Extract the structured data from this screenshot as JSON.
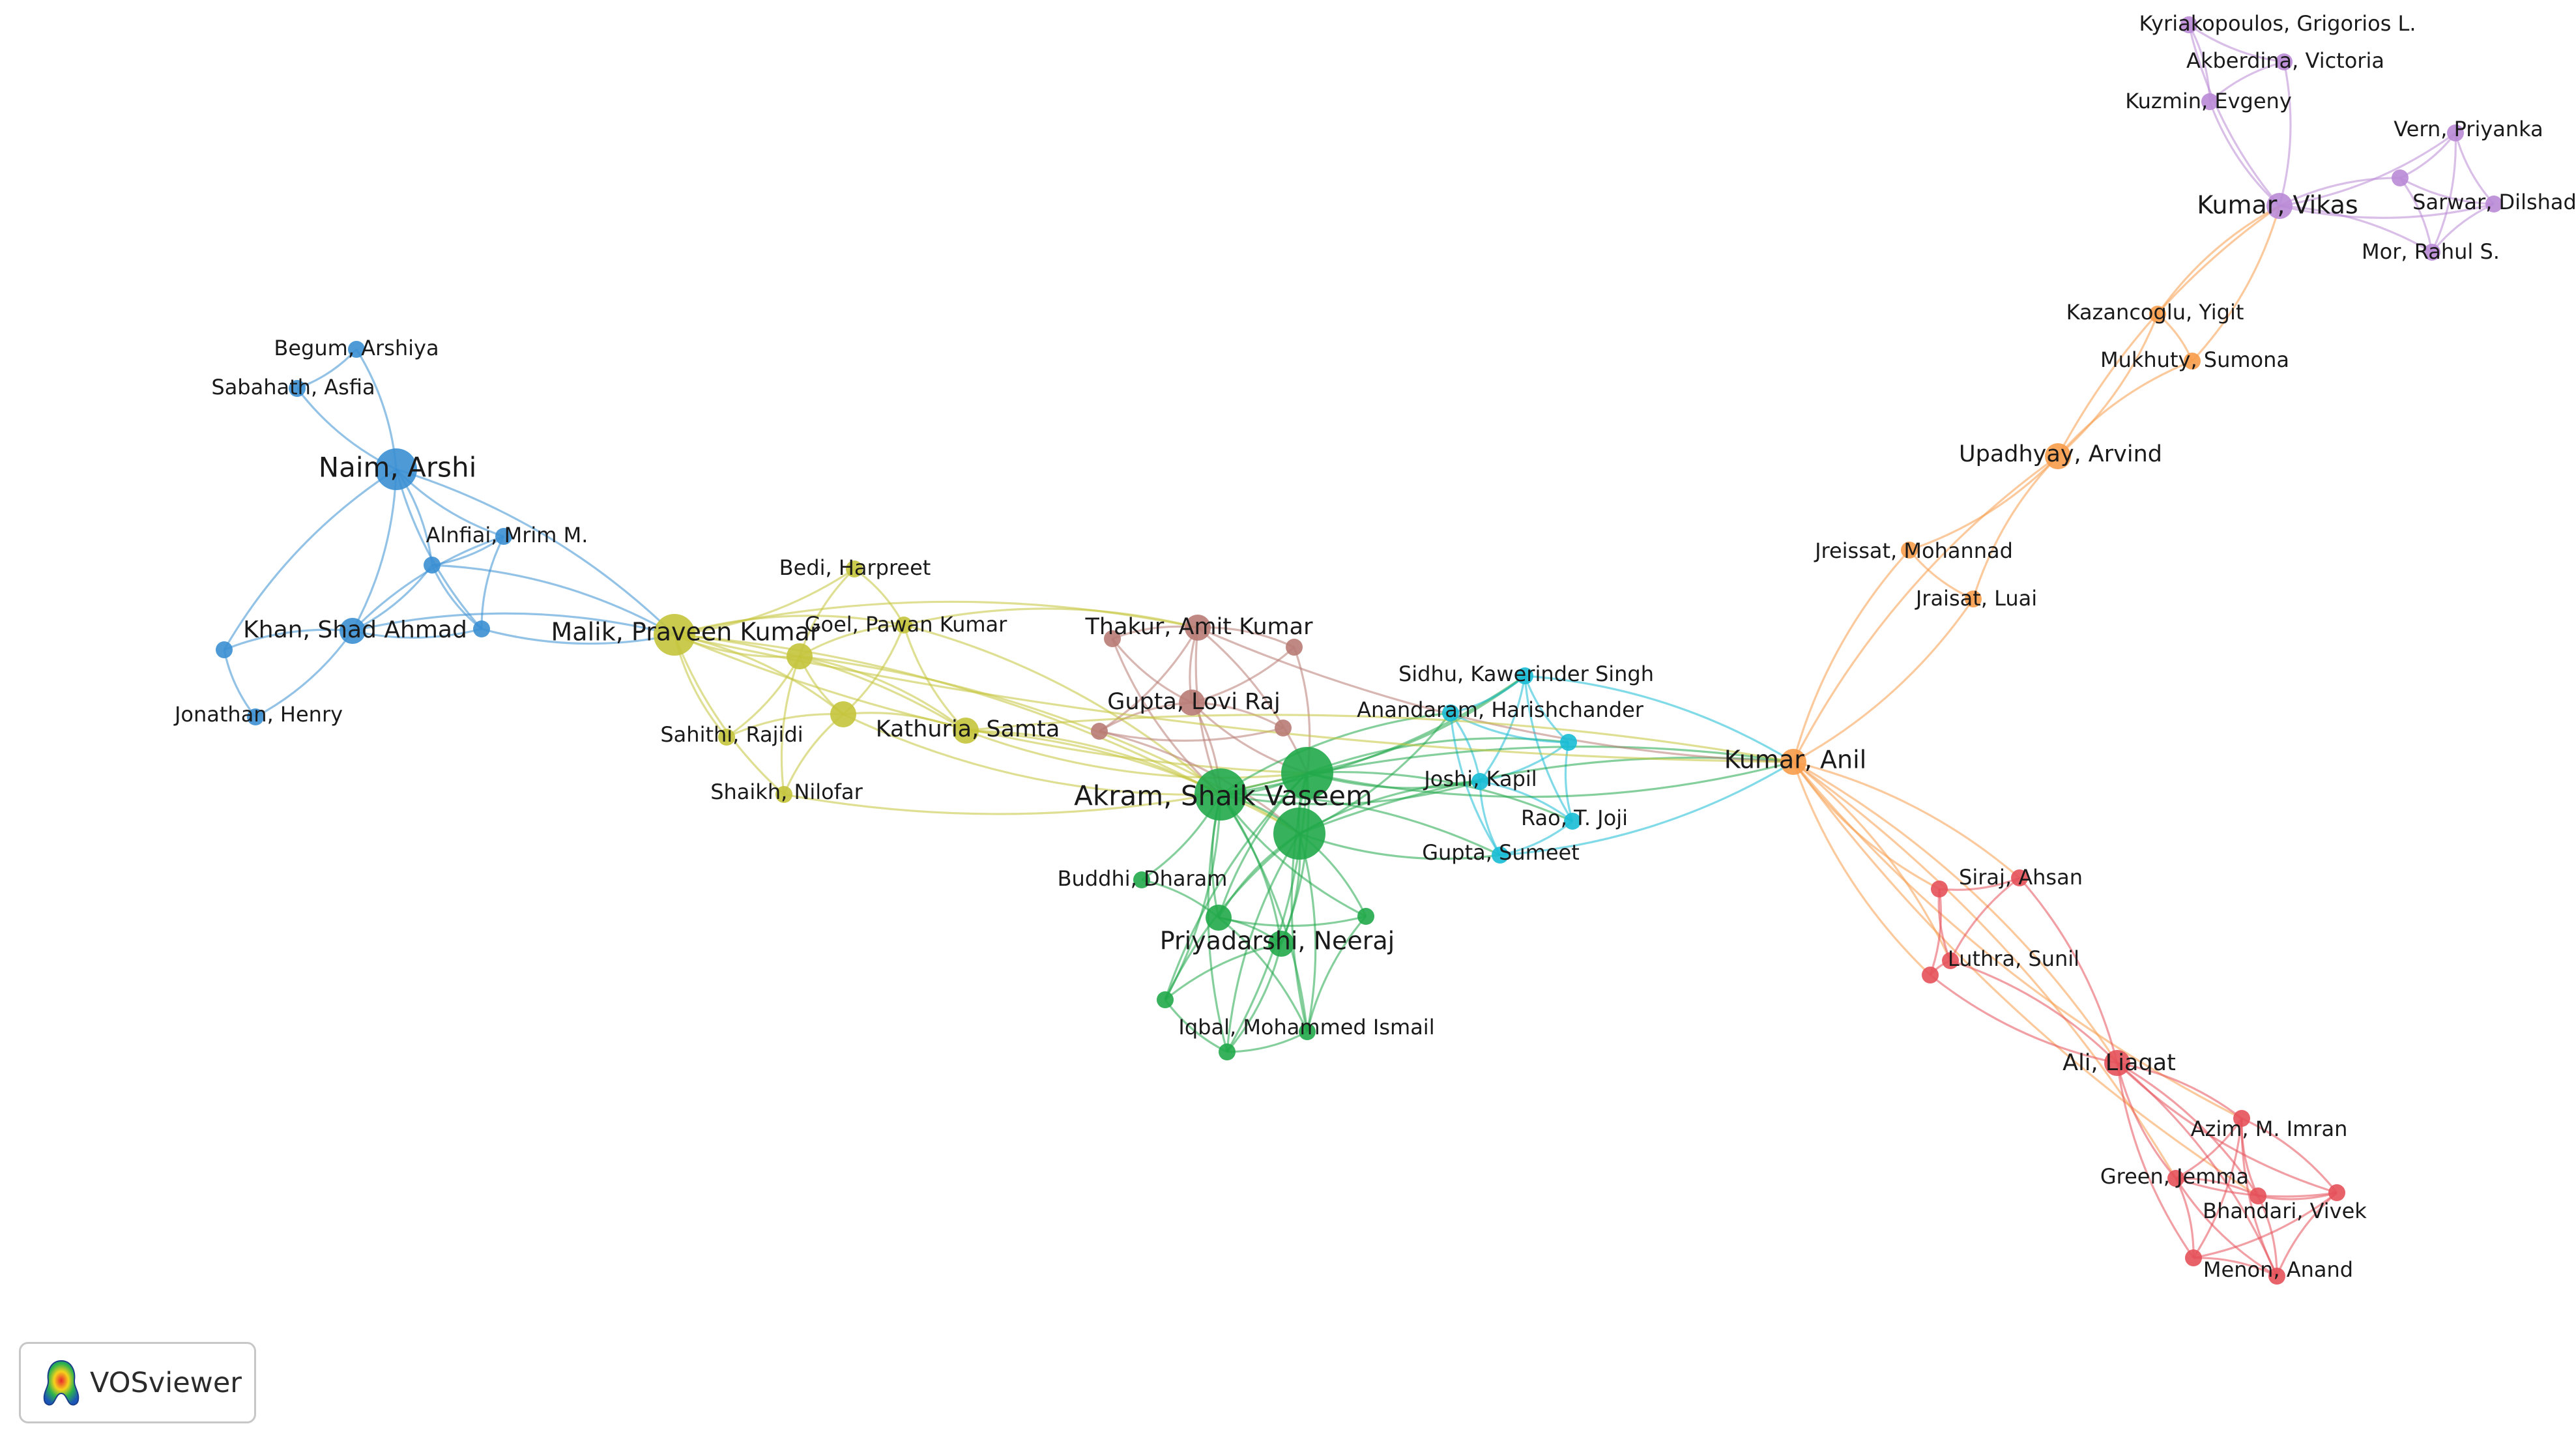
{
  "app": {
    "logo_text": "VOSviewer"
  },
  "clusters": {
    "blue": "#3a8fd3",
    "yellow": "#c4c43c",
    "green": "#21a84a",
    "brown": "#b87b74",
    "cyan": "#18bcd6",
    "orange": "#f89c4b",
    "purple": "#b98ad6",
    "red": "#e5515a"
  },
  "nodes": [
    {
      "id": "begum",
      "label": "Begum, Arshiya",
      "cluster": "blue",
      "size": "small"
    },
    {
      "id": "sabahath",
      "label": "Sabahath, Asfia",
      "cluster": "blue",
      "size": "small"
    },
    {
      "id": "naim",
      "label": "Naim, Arshi",
      "cluster": "blue",
      "size": "large"
    },
    {
      "id": "alnfiai",
      "label": "Alnfiai, Mrim M.",
      "cluster": "blue",
      "size": "small"
    },
    {
      "id": "blue_a",
      "label": "",
      "cluster": "blue",
      "size": "small"
    },
    {
      "id": "blue_b",
      "label": "",
      "cluster": "blue",
      "size": "small"
    },
    {
      "id": "khan",
      "label": "Khan, Shad Ahmad",
      "cluster": "blue",
      "size": "medium"
    },
    {
      "id": "blue_c",
      "label": "",
      "cluster": "blue",
      "size": "small"
    },
    {
      "id": "jonathan",
      "label": "Jonathan, Henry",
      "cluster": "blue",
      "size": "small"
    },
    {
      "id": "malik",
      "label": "Malik, Praveen Kumar",
      "cluster": "yellow",
      "size": "large"
    },
    {
      "id": "bedi",
      "label": "Bedi, Harpreet",
      "cluster": "yellow",
      "size": "small"
    },
    {
      "id": "goel",
      "label": "Goel, Pawan Kumar",
      "cluster": "yellow",
      "size": "small"
    },
    {
      "id": "yellow_a",
      "label": "",
      "cluster": "yellow",
      "size": "medium"
    },
    {
      "id": "yellow_b",
      "label": "",
      "cluster": "yellow",
      "size": "medium"
    },
    {
      "id": "sahithi",
      "label": "Sahithi, Rajidi",
      "cluster": "yellow",
      "size": "small"
    },
    {
      "id": "kathuria",
      "label": "Kathuria, Samta",
      "cluster": "yellow",
      "size": "medium"
    },
    {
      "id": "shaikh",
      "label": "Shaikh, Nilofar",
      "cluster": "yellow",
      "size": "small"
    },
    {
      "id": "thakur",
      "label": "Thakur, Amit Kumar",
      "cluster": "brown",
      "size": "medium"
    },
    {
      "id": "brown_a",
      "label": "",
      "cluster": "brown",
      "size": "small"
    },
    {
      "id": "brown_b",
      "label": "",
      "cluster": "brown",
      "size": "small"
    },
    {
      "id": "gupta_l",
      "label": "Gupta, Lovi Raj",
      "cluster": "brown",
      "size": "medium"
    },
    {
      "id": "brown_c",
      "label": "",
      "cluster": "brown",
      "size": "small"
    },
    {
      "id": "brown_d",
      "label": "",
      "cluster": "brown",
      "size": "small"
    },
    {
      "id": "akram",
      "label": "Akram, Shaik Vaseem",
      "cluster": "green",
      "size": "xlarge"
    },
    {
      "id": "green_a",
      "label": "",
      "cluster": "green",
      "size": "xlarge"
    },
    {
      "id": "green_b",
      "label": "",
      "cluster": "green",
      "size": "xlarge"
    },
    {
      "id": "buddhi",
      "label": "Buddhi, Dharam",
      "cluster": "green",
      "size": "small"
    },
    {
      "id": "green_c",
      "label": "",
      "cluster": "green",
      "size": "medium"
    },
    {
      "id": "priyadarshi",
      "label": "Priyadarshi, Neeraj",
      "cluster": "green",
      "size": "medium"
    },
    {
      "id": "green_d",
      "label": "",
      "cluster": "green",
      "size": "small"
    },
    {
      "id": "green_e",
      "label": "",
      "cluster": "green",
      "size": "small"
    },
    {
      "id": "iqbal",
      "label": "Iqbal, Mohammed Ismail",
      "cluster": "green",
      "size": "small"
    },
    {
      "id": "green_f",
      "label": "",
      "cluster": "green",
      "size": "small"
    },
    {
      "id": "sidhu",
      "label": "Sidhu, Kawerinder Singh",
      "cluster": "cyan",
      "size": "small"
    },
    {
      "id": "anandaram",
      "label": "Anandaram, Harishchander",
      "cluster": "cyan",
      "size": "small"
    },
    {
      "id": "cyan_a",
      "label": "",
      "cluster": "cyan",
      "size": "small"
    },
    {
      "id": "joshi",
      "label": "Joshi, Kapil",
      "cluster": "cyan",
      "size": "small"
    },
    {
      "id": "rao",
      "label": "Rao, T. Joji",
      "cluster": "cyan",
      "size": "small"
    },
    {
      "id": "gupta_s",
      "label": "Gupta, Sumeet",
      "cluster": "cyan",
      "size": "small"
    },
    {
      "id": "kumar_a",
      "label": "Kumar, Anil",
      "cluster": "orange",
      "size": "medium"
    },
    {
      "id": "jreissat",
      "label": "Jreissat, Mohannad",
      "cluster": "orange",
      "size": "small"
    },
    {
      "id": "jraisat",
      "label": "Jraisat, Luai",
      "cluster": "orange",
      "size": "small"
    },
    {
      "id": "upadhyay",
      "label": "Upadhyay, Arvind",
      "cluster": "orange",
      "size": "medium"
    },
    {
      "id": "mukhuty",
      "label": "Mukhuty, Sumona",
      "cluster": "orange",
      "size": "small"
    },
    {
      "id": "kazancoglu",
      "label": "Kazancoglu, Yigit",
      "cluster": "orange",
      "size": "small"
    },
    {
      "id": "kumar_v",
      "label": "Kumar, Vikas",
      "cluster": "purple",
      "size": "medium"
    },
    {
      "id": "kyriakopoulos",
      "label": "Kyriakopoulos, Grigorios L.",
      "cluster": "purple",
      "size": "small"
    },
    {
      "id": "akberdina",
      "label": "Akberdina, Victoria",
      "cluster": "purple",
      "size": "small"
    },
    {
      "id": "kuzmin",
      "label": "Kuzmin, Evgeny",
      "cluster": "purple",
      "size": "small"
    },
    {
      "id": "vern",
      "label": "Vern, Priyanka",
      "cluster": "purple",
      "size": "small"
    },
    {
      "id": "purple_a",
      "label": "",
      "cluster": "purple",
      "size": "small"
    },
    {
      "id": "sarwar",
      "label": "Sarwar, Dilshad",
      "cluster": "purple",
      "size": "small"
    },
    {
      "id": "mor",
      "label": "Mor, Rahul S.",
      "cluster": "purple",
      "size": "small"
    },
    {
      "id": "siraj",
      "label": "Siraj, Ahsan",
      "cluster": "red",
      "size": "small"
    },
    {
      "id": "red_a",
      "label": "",
      "cluster": "red",
      "size": "small"
    },
    {
      "id": "luthra",
      "label": "Luthra, Sunil",
      "cluster": "red",
      "size": "small"
    },
    {
      "id": "red_b",
      "label": "",
      "cluster": "red",
      "size": "small"
    },
    {
      "id": "ali",
      "label": "Ali, Liaqat",
      "cluster": "red",
      "size": "medium"
    },
    {
      "id": "azim",
      "label": "Azim, M. Imran",
      "cluster": "red",
      "size": "small"
    },
    {
      "id": "green_j",
      "label": "Green, Jemma",
      "cluster": "red",
      "size": "small"
    },
    {
      "id": "bhandari",
      "label": "Bhandari, Vivek",
      "cluster": "red",
      "size": "small"
    },
    {
      "id": "red_c",
      "label": "",
      "cluster": "red",
      "size": "small"
    },
    {
      "id": "menon",
      "label": "Menon, Anand",
      "cluster": "red",
      "size": "small"
    },
    {
      "id": "red_d",
      "label": "",
      "cluster": "red",
      "size": "small"
    }
  ],
  "links": [
    [
      "begum",
      "naim"
    ],
    [
      "sabahath",
      "naim"
    ],
    [
      "begum",
      "sabahath"
    ],
    [
      "naim",
      "alnfiai"
    ],
    [
      "naim",
      "blue_a"
    ],
    [
      "naim",
      "blue_b"
    ],
    [
      "naim",
      "khan"
    ],
    [
      "naim",
      "blue_c"
    ],
    [
      "naim",
      "malik"
    ],
    [
      "alnfiai",
      "khan"
    ],
    [
      "alnfiai",
      "blue_a"
    ],
    [
      "alnfiai",
      "blue_b"
    ],
    [
      "blue_a",
      "khan"
    ],
    [
      "blue_a",
      "blue_b"
    ],
    [
      "blue_b",
      "khan"
    ],
    [
      "khan",
      "blue_c"
    ],
    [
      "khan",
      "jonathan"
    ],
    [
      "blue_c",
      "jonathan"
    ],
    [
      "khan",
      "malik"
    ],
    [
      "blue_b",
      "malik"
    ],
    [
      "blue_a",
      "malik"
    ],
    [
      "malik",
      "bedi"
    ],
    [
      "malik",
      "goel"
    ],
    [
      "malik",
      "yellow_a"
    ],
    [
      "malik",
      "yellow_b"
    ],
    [
      "malik",
      "sahithi"
    ],
    [
      "malik",
      "kathuria"
    ],
    [
      "malik",
      "shaikh"
    ],
    [
      "malik",
      "akram"
    ],
    [
      "malik",
      "green_a"
    ],
    [
      "malik",
      "thakur"
    ],
    [
      "bedi",
      "yellow_a"
    ],
    [
      "bedi",
      "goel"
    ],
    [
      "goel",
      "yellow_a"
    ],
    [
      "goel",
      "yellow_b"
    ],
    [
      "goel",
      "kathuria"
    ],
    [
      "goel",
      "akram"
    ],
    [
      "yellow_a",
      "yellow_b"
    ],
    [
      "yellow_a",
      "sahithi"
    ],
    [
      "yellow_a",
      "shaikh"
    ],
    [
      "yellow_a",
      "kathuria"
    ],
    [
      "yellow_b",
      "sahithi"
    ],
    [
      "yellow_b",
      "kathuria"
    ],
    [
      "yellow_b",
      "shaikh"
    ],
    [
      "kathuria",
      "akram"
    ],
    [
      "kathuria",
      "green_a"
    ],
    [
      "kathuria",
      "green_b"
    ],
    [
      "yellow_b",
      "akram"
    ],
    [
      "yellow_a",
      "green_b"
    ],
    [
      "shaikh",
      "green_a"
    ],
    [
      "goel",
      "thakur"
    ],
    [
      "thakur",
      "brown_a"
    ],
    [
      "thakur",
      "brown_b"
    ],
    [
      "thakur",
      "gupta_l"
    ],
    [
      "thakur",
      "brown_c"
    ],
    [
      "thakur",
      "akram"
    ],
    [
      "thakur",
      "green_a"
    ],
    [
      "brown_a",
      "gupta_l"
    ],
    [
      "brown_b",
      "gupta_l"
    ],
    [
      "gupta_l",
      "brown_c"
    ],
    [
      "gupta_l",
      "brown_d"
    ],
    [
      "brown_c",
      "brown_d"
    ],
    [
      "gupta_l",
      "akram"
    ],
    [
      "gupta_l",
      "green_a"
    ],
    [
      "brown_b",
      "green_a"
    ],
    [
      "brown_a",
      "akram"
    ],
    [
      "brown_c",
      "green_b"
    ],
    [
      "akram",
      "green_a"
    ],
    [
      "akram",
      "green_b"
    ],
    [
      "green_a",
      "green_b"
    ],
    [
      "akram",
      "buddhi"
    ],
    [
      "akram",
      "green_c"
    ],
    [
      "akram",
      "priyadarshi"
    ],
    [
      "akram",
      "green_d"
    ],
    [
      "akram",
      "green_e"
    ],
    [
      "akram",
      "iqbal"
    ],
    [
      "akram",
      "green_f"
    ],
    [
      "green_a",
      "green_c"
    ],
    [
      "green_a",
      "priyadarshi"
    ],
    [
      "green_a",
      "green_e"
    ],
    [
      "green_a",
      "iqbal"
    ],
    [
      "green_a",
      "green_f"
    ],
    [
      "green_b",
      "priyadarshi"
    ],
    [
      "green_b",
      "green_c"
    ],
    [
      "green_b",
      "green_d"
    ],
    [
      "green_b",
      "green_e"
    ],
    [
      "green_b",
      "green_f"
    ],
    [
      "green_b",
      "iqbal"
    ],
    [
      "green_c",
      "priyadarshi"
    ],
    [
      "green_c",
      "green_d"
    ],
    [
      "green_c",
      "green_f"
    ],
    [
      "priyadarshi",
      "green_e"
    ],
    [
      "priyadarshi",
      "iqbal"
    ],
    [
      "green_d",
      "green_f"
    ],
    [
      "green_f",
      "iqbal"
    ],
    [
      "green_e",
      "iqbal"
    ],
    [
      "buddhi",
      "green_c"
    ],
    [
      "akram",
      "sidhu"
    ],
    [
      "akram",
      "anandaram"
    ],
    [
      "akram",
      "joshi"
    ],
    [
      "akram",
      "gupta_s"
    ],
    [
      "green_a",
      "sidhu"
    ],
    [
      "green_a",
      "cyan_a"
    ],
    [
      "green_a",
      "joshi"
    ],
    [
      "green_a",
      "rao"
    ],
    [
      "green_b",
      "gupta_s"
    ],
    [
      "green_b",
      "joshi"
    ],
    [
      "green_b",
      "anandaram"
    ],
    [
      "sidhu",
      "anandaram"
    ],
    [
      "sidhu",
      "cyan_a"
    ],
    [
      "sidhu",
      "joshi"
    ],
    [
      "sidhu",
      "rao"
    ],
    [
      "anandaram",
      "joshi"
    ],
    [
      "anandaram",
      "cyan_a"
    ],
    [
      "cyan_a",
      "joshi"
    ],
    [
      "cyan_a",
      "rao"
    ],
    [
      "joshi",
      "rao"
    ],
    [
      "joshi",
      "gupta_s"
    ],
    [
      "rao",
      "gupta_s"
    ],
    [
      "anandaram",
      "gupta_s"
    ],
    [
      "sidhu",
      "kumar_a"
    ],
    [
      "gupta_s",
      "kumar_a"
    ],
    [
      "akram",
      "kumar_a"
    ],
    [
      "green_a",
      "kumar_a"
    ],
    [
      "green_b",
      "kumar_a"
    ],
    [
      "thakur",
      "kumar_a"
    ],
    [
      "kathuria",
      "kumar_a"
    ],
    [
      "malik",
      "kumar_a"
    ],
    [
      "kumar_a",
      "jreissat"
    ],
    [
      "kumar_a",
      "jraisat"
    ],
    [
      "kumar_a",
      "upadhyay"
    ],
    [
      "jreissat",
      "upadhyay"
    ],
    [
      "jraisat",
      "upadhyay"
    ],
    [
      "jreissat",
      "jraisat"
    ],
    [
      "upadhyay",
      "mukhuty"
    ],
    [
      "upadhyay",
      "kazancoglu"
    ],
    [
      "upadhyay",
      "kumar_v"
    ],
    [
      "mukhuty",
      "kumar_v"
    ],
    [
      "kazancoglu",
      "kumar_v"
    ],
    [
      "mukhuty",
      "kazancoglu"
    ],
    [
      "kumar_v",
      "kyriakopoulos"
    ],
    [
      "kumar_v",
      "akberdina"
    ],
    [
      "kumar_v",
      "kuzmin"
    ],
    [
      "kumar_v",
      "vern"
    ],
    [
      "kumar_v",
      "purple_a"
    ],
    [
      "kumar_v",
      "sarwar"
    ],
    [
      "kumar_v",
      "mor"
    ],
    [
      "kyriakopoulos",
      "akberdina"
    ],
    [
      "kyriakopoulos",
      "kuzmin"
    ],
    [
      "akberdina",
      "kuzmin"
    ],
    [
      "vern",
      "purple_a"
    ],
    [
      "vern",
      "sarwar"
    ],
    [
      "vern",
      "mor"
    ],
    [
      "purple_a",
      "sarwar"
    ],
    [
      "purple_a",
      "mor"
    ],
    [
      "sarwar",
      "mor"
    ],
    [
      "kumar_a",
      "siraj"
    ],
    [
      "kumar_a",
      "red_a"
    ],
    [
      "kumar_a",
      "luthra"
    ],
    [
      "kumar_a",
      "red_b"
    ],
    [
      "kumar_a",
      "ali"
    ],
    [
      "kumar_a",
      "azim"
    ],
    [
      "kumar_a",
      "green_j"
    ],
    [
      "kumar_a",
      "bhandari"
    ],
    [
      "siraj",
      "red_a"
    ],
    [
      "siraj",
      "luthra"
    ],
    [
      "siraj",
      "ali"
    ],
    [
      "red_a",
      "luthra"
    ],
    [
      "red_a",
      "red_b"
    ],
    [
      "luthra",
      "red_b"
    ],
    [
      "luthra",
      "ali"
    ],
    [
      "red_b",
      "ali"
    ],
    [
      "ali",
      "azim"
    ],
    [
      "ali",
      "green_j"
    ],
    [
      "ali",
      "bhandari"
    ],
    [
      "ali",
      "red_c"
    ],
    [
      "ali",
      "menon"
    ],
    [
      "ali",
      "red_d"
    ],
    [
      "azim",
      "green_j"
    ],
    [
      "azim",
      "bhandari"
    ],
    [
      "azim",
      "red_c"
    ],
    [
      "azim",
      "menon"
    ],
    [
      "green_j",
      "bhandari"
    ],
    [
      "green_j",
      "red_c"
    ],
    [
      "green_j",
      "red_d"
    ],
    [
      "bhandari",
      "red_c"
    ],
    [
      "bhandari",
      "menon"
    ],
    [
      "red_c",
      "menon"
    ],
    [
      "red_c",
      "red_d"
    ],
    [
      "menon",
      "red_d"
    ],
    [
      "azim",
      "red_d"
    ],
    [
      "green_j",
      "menon"
    ]
  ]
}
